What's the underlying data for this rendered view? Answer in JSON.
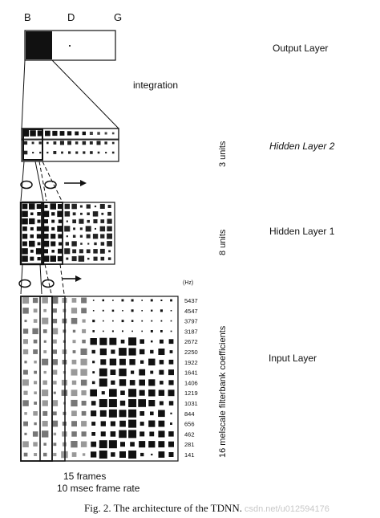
{
  "column_letters": [
    "B",
    "D",
    "G"
  ],
  "layers": {
    "output": "Output Layer",
    "hidden2": "Hidden Layer 2",
    "hidden1": "Hidden Layer 1",
    "input": "Input Layer"
  },
  "integration_label": "integration",
  "units": {
    "hidden2": "3 units",
    "hidden1": "8 units",
    "input": "16 melscale filterbank coefficients"
  },
  "hz_unit": "(Hz)",
  "frequencies": [
    "5437",
    "4547",
    "3797",
    "3187",
    "2672",
    "2250",
    "1922",
    "1641",
    "1406",
    "1219",
    "1031",
    "844",
    "656",
    "462",
    "281",
    "141"
  ],
  "frames_label": "15 frames",
  "frame_rate_label": "10 msec frame rate",
  "caption": "Fig. 2.  The architecture of the TDNN.",
  "watermark": "csdn.net/u012594176"
}
